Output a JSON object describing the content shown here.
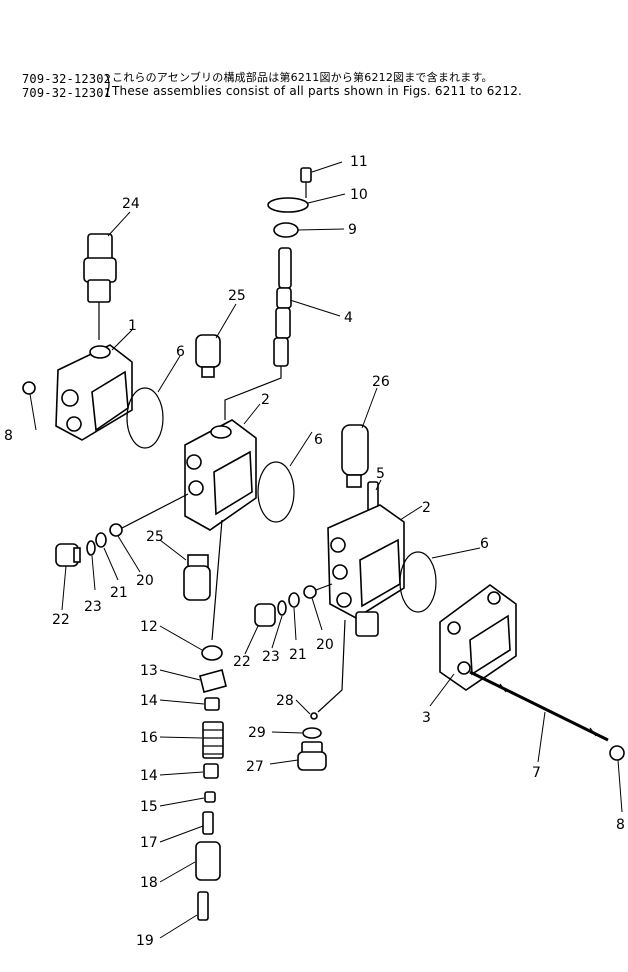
{
  "header": {
    "part_number_1": "709-32-12302",
    "part_number_2": "709-32-12301",
    "note_japanese": "これらのアセンブリの構成部品は第6211図から第6212図まで含まれます。",
    "note_english": "These assemblies consist of all parts shown in Figs. 6211 to 6212."
  },
  "callouts": {
    "c1": "1",
    "c2a": "2",
    "c2b": "2",
    "c3": "3",
    "c4": "4",
    "c5": "5",
    "c6a": "6",
    "c6b": "6",
    "c6c": "6",
    "c7": "7",
    "c8a": "8",
    "c8b": "8",
    "c9": "9",
    "c10": "10",
    "c11": "11",
    "c12": "12",
    "c13": "13",
    "c14a": "14",
    "c14b": "14",
    "c15": "15",
    "c16": "16",
    "c17": "17",
    "c18": "18",
    "c19": "19",
    "c20a": "20",
    "c20b": "20",
    "c21a": "21",
    "c21b": "21",
    "c22a": "22",
    "c22b": "22",
    "c23a": "23",
    "c23b": "23",
    "c24": "24",
    "c25a": "25",
    "c25b": "25",
    "c26": "26",
    "c27": "27",
    "c28": "28",
    "c29": "29"
  }
}
